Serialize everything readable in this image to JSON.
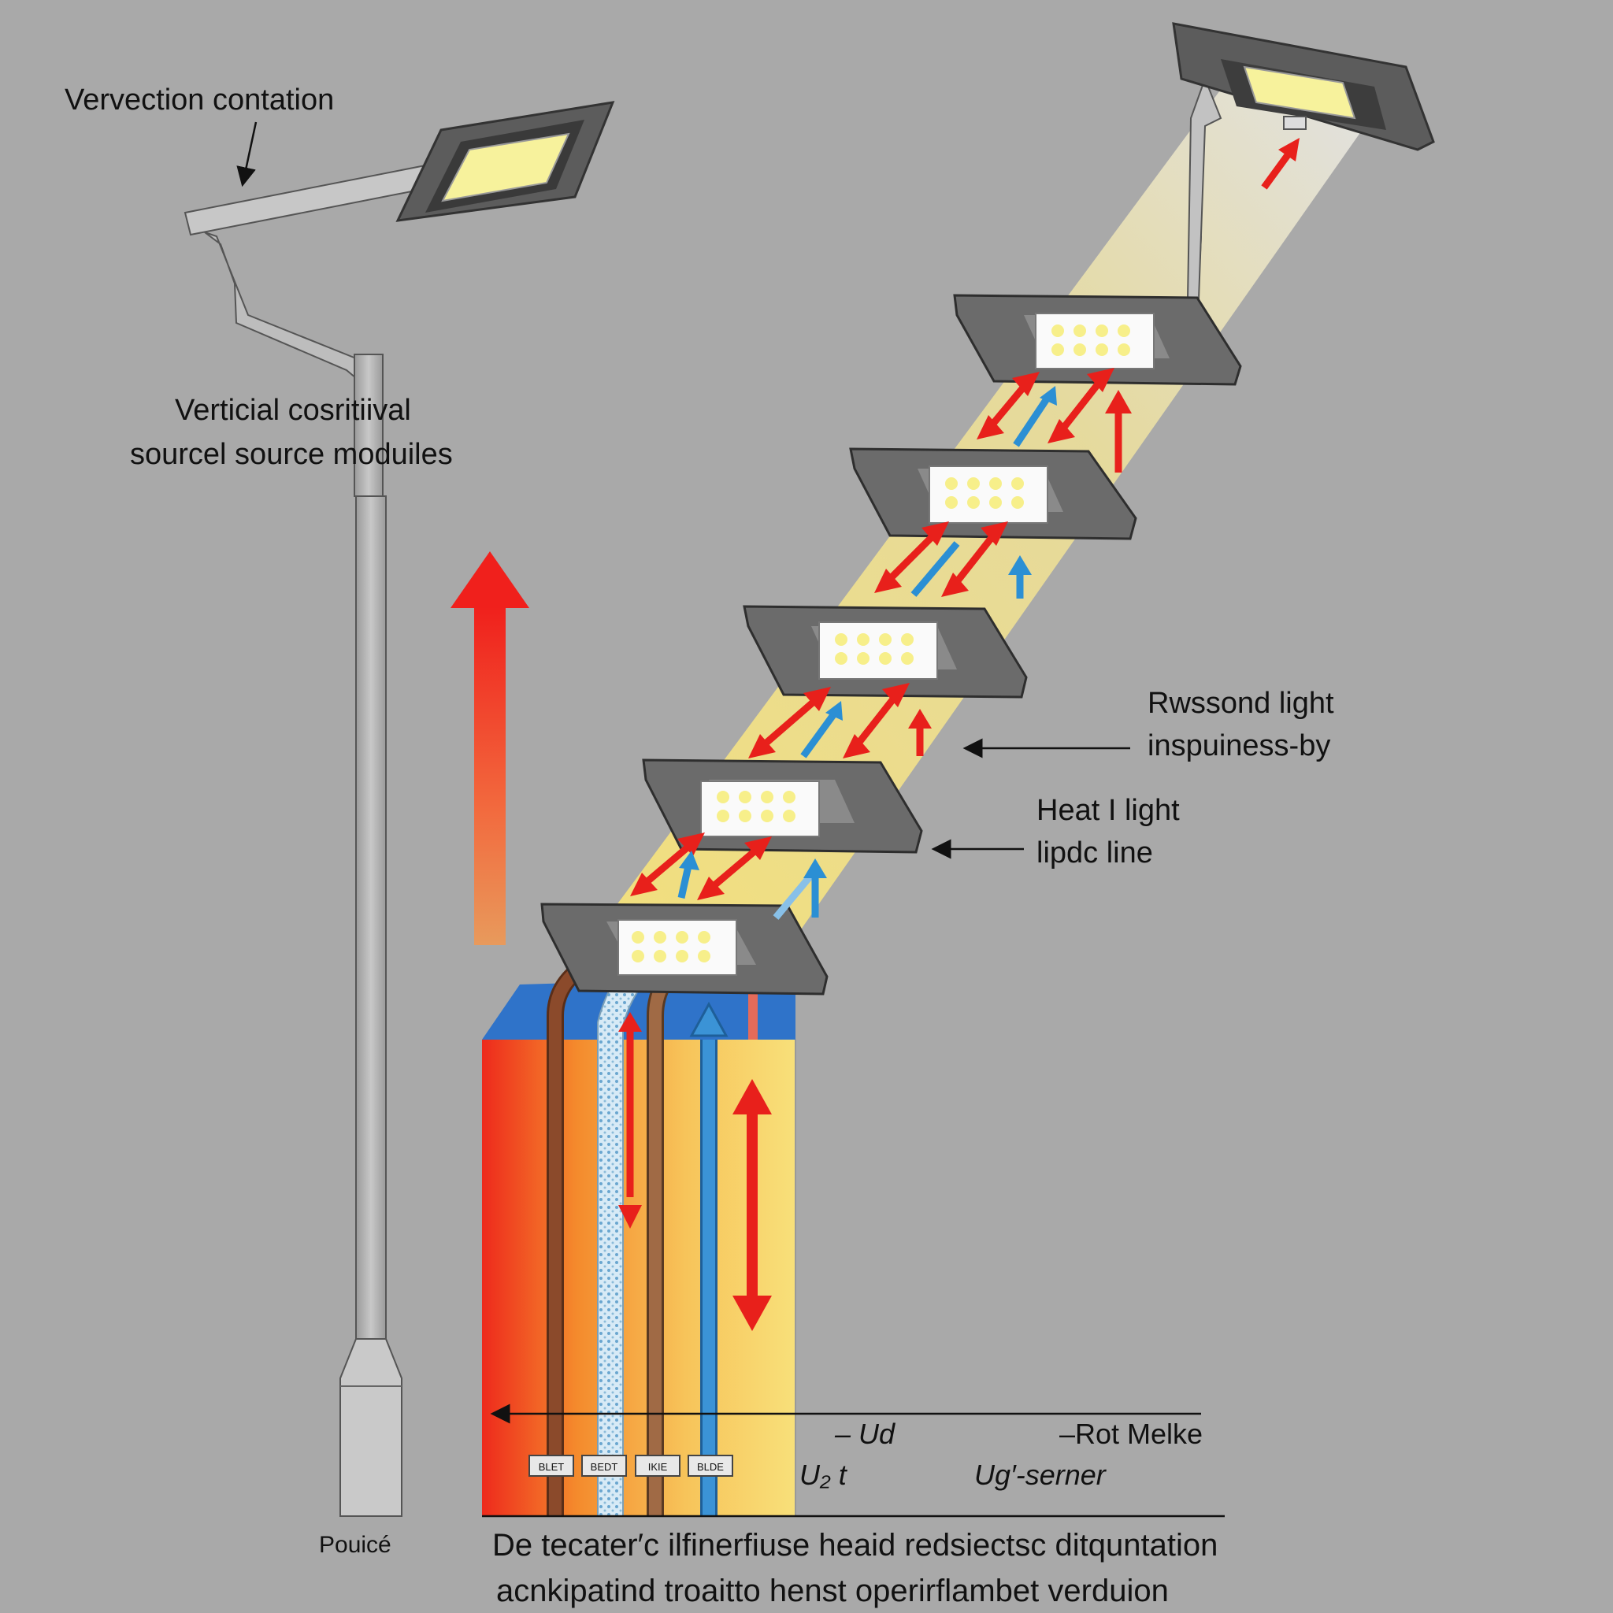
{
  "labels": {
    "top_left": "Vervection contation",
    "pole_line1": "Verticial cosritiival",
    "pole_line2": "sourcel source moduiles",
    "right_a_line1": "Rwssond light",
    "right_a_line2": "inspuiness-by",
    "right_b_line1": "Heat I light",
    "right_b_line2": "lipdc line",
    "pole_base": "Pouicé",
    "u_d": "– Ud",
    "u2t": "U₂ t",
    "rot_melke": "–Rot Melke",
    "ug_serner": "Ug′-serner",
    "caption_line1": "De tecater′c ilfinerfiuse heaid redsiectsc ditquntation",
    "caption_line2": "acnkipatind troaitto henst operirflambet verduion"
  },
  "connector_labels": [
    "BLET",
    "BEDT",
    "IKIE",
    "BLDE"
  ],
  "colors": {
    "background": "#a9a9a9",
    "heat_red": "#e8201b",
    "cool_blue": "#2b8fd4",
    "light_yellow": "#f2dd78",
    "housing": "#6b6b6b",
    "led": "#f7f29c",
    "cable_brown": "#8b4a2b"
  }
}
